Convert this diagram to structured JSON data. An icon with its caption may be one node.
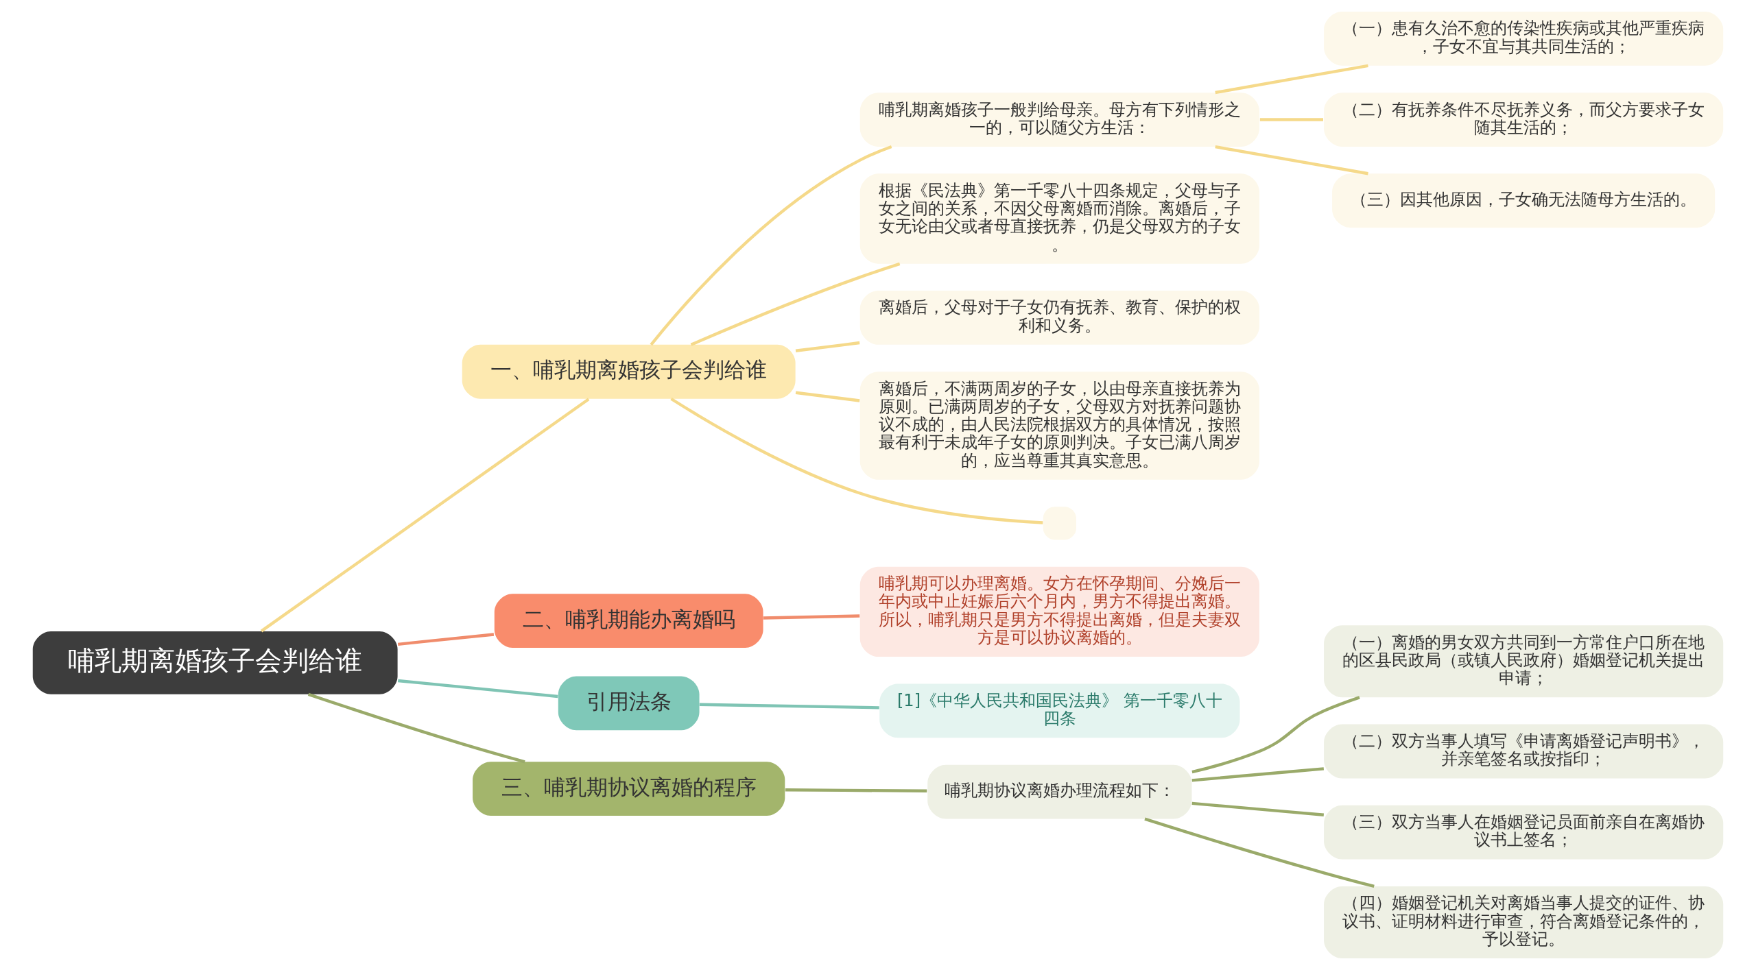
{
  "diagram": {
    "nodes": [
      {
        "text": [
          "哺乳期离婚孩子会判给谁"
        ]
      },
      {
        "text": [
          "一、哺乳期离婚孩子会判给谁"
        ]
      },
      {
        "text": [
          "哺乳期离婚孩子一般判给母亲。母方有下列情形之一的，可以随父方生活："
        ]
      },
      {
        "text": [
          "（一）患有久治不愈的传染性疾病或其他严重疾病，子女不宜与其共同生活的；"
        ]
      },
      {
        "text": [
          "（二）有抚养条件不尽抚养义务，而父方要求子女随其生活的；"
        ]
      },
      {
        "text": [
          "（三）因其他原因，子女确无法随母方生活的。"
        ]
      },
      {
        "text": [
          "根据《民法典》第一千零八十四条规定，父母与子女之间的关系，不因父母离婚而消除。离婚后，子女无论由父或者母直接抚养，仍是父母双方的子女。"
        ]
      },
      {
        "text": [
          "离婚后，父母对于子女仍有抚养、教育、保护的权利和义务。"
        ]
      },
      {
        "text": [
          "离婚后，不满两周岁的子女，以由母亲直接抚养为原则。已满两周岁的子女，父母双方对抚养问题协议不成的，由人民法院根据双方的具体情况，按照最有利于未成年子女的原则判决。子女已满八周岁的，应当尊重其真实意思。"
        ]
      },
      {
        "text": [],
        "shape": "box"
      },
      {
        "text": [
          "二、哺乳期能办离婚吗"
        ]
      },
      {
        "text": [
          "哺乳期可以办理离婚。女方在怀孕期间、分娩后一年内或中止妊娠后六个月内，男方不得提出离婚。所以，哺乳期只是男方不得提出离婚，但是夫妻双方是可以协议离婚的。"
        ]
      },
      {
        "text": [
          "引用法条"
        ]
      },
      {
        "text": [
          "[1]《中华人民共和国民法典》 第一千零八十四条"
        ]
      },
      {
        "text": [
          "三、哺乳期协议离婚的程序"
        ]
      },
      {
        "text": [
          "哺乳期协议离婚办理流程如下："
        ]
      },
      {
        "text": [
          "（一）离婚的男女双方共同到一方常住户口所在地的区县民政局（或镇人民政府）婚姻登记机关提出申请；"
        ]
      },
      {
        "text": [
          "（二）双方当事人填写《申请离婚登记声明书》，并亲笔签名或按指印；"
        ]
      },
      {
        "text": [
          "（三）双方当事人在婚姻登记员面前亲自在离婚协议书上签名；"
        ]
      },
      {
        "text": [
          "（四）婚姻登记机关对离婚当事人提交的证件、协议书、证明材料进行审查，符合离婚登记条件的，予以登记。"
        ]
      }
    ],
    "edges": [
      {
        "from": 0,
        "to": 1,
        "arrow": "none"
      },
      {
        "from": 1,
        "to": 2,
        "arrow": "none"
      },
      {
        "from": 2,
        "to": 3,
        "arrow": "none"
      },
      {
        "from": 2,
        "to": 4,
        "arrow": "none"
      },
      {
        "from": 2,
        "to": 5,
        "arrow": "none"
      },
      {
        "from": 1,
        "to": 6,
        "arrow": "none"
      },
      {
        "from": 1,
        "to": 7,
        "arrow": "none"
      },
      {
        "from": 1,
        "to": 8,
        "arrow": "none"
      },
      {
        "from": 1,
        "to": 9,
        "arrow": "none"
      },
      {
        "from": 0,
        "to": 10,
        "arrow": "none",
        "color": "#f08c6c"
      },
      {
        "from": 10,
        "to": 11,
        "arrow": "none",
        "color": "#f08c6c"
      },
      {
        "from": 0,
        "to": 12,
        "arrow": "none",
        "color": "#7fc4b4"
      },
      {
        "from": 12,
        "to": 13,
        "arrow": "none",
        "color": "#7fc4b4"
      },
      {
        "from": 0,
        "to": 14,
        "arrow": "none",
        "color": "#9aaa6a"
      },
      {
        "from": 14,
        "to": 15,
        "arrow": "none",
        "color": "#9aaa6a"
      },
      {
        "from": 15,
        "to": 16,
        "arrow": "none",
        "color": "#9aaa6a"
      },
      {
        "from": 15,
        "to": 17,
        "arrow": "none",
        "color": "#9aaa6a"
      },
      {
        "from": 15,
        "to": 18,
        "arrow": "none",
        "color": "#9aaa6a"
      },
      {
        "from": 15,
        "to": 19,
        "arrow": "none",
        "color": "#9aaa6a"
      }
    ]
  }
}
